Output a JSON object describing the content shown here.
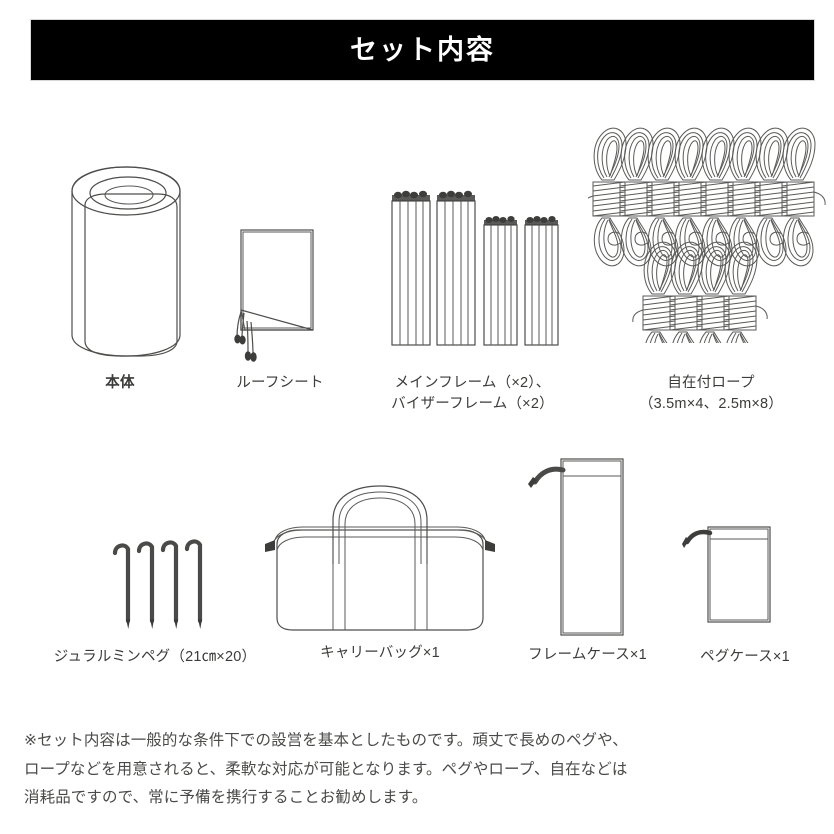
{
  "header": {
    "title": "セット内容"
  },
  "items": [
    {
      "id": "main-body",
      "icon": "rolled-tent-body-icon",
      "label": "本体",
      "bold": true
    },
    {
      "id": "roof-sheet",
      "icon": "roof-sheet-icon",
      "label": "ルーフシート",
      "bold": false
    },
    {
      "id": "frames",
      "icon": "frame-poles-icon",
      "label": "メインフレーム（×2）、\nバイザーフレーム（×2）",
      "bold": false
    },
    {
      "id": "ropes",
      "icon": "guy-ropes-icon",
      "label": "自在付ロープ\n（3.5m×4、2.5m×8）",
      "bold": false
    },
    {
      "id": "pegs",
      "icon": "duralumin-pegs-icon",
      "label": "ジュラルミンペグ（21㎝×20）",
      "bold": false
    },
    {
      "id": "carry-bag",
      "icon": "carry-bag-icon",
      "label": "キャリーバッグ×1",
      "bold": false
    },
    {
      "id": "frame-case",
      "icon": "frame-case-icon",
      "label": "フレームケース×1",
      "bold": false
    },
    {
      "id": "peg-case",
      "icon": "peg-case-icon",
      "label": "ペグケース×1",
      "bold": false
    }
  ],
  "footnote": {
    "line1": "※セット内容は一般的な条件下での設営を基本としたものです。頑丈で長めのペグや、",
    "line2": "ロープなどを用意されると、柔軟な対応が可能となります。ペグやロープ、自在などは",
    "line3": "消耗品ですので、常に予備を携行することお勧めします。"
  },
  "colors": {
    "banner_background": "#000000",
    "banner_text": "#ffffff",
    "page_background": "#ffffff",
    "line_art": "#4d4d4b",
    "caption_text": "#3b3b39"
  }
}
